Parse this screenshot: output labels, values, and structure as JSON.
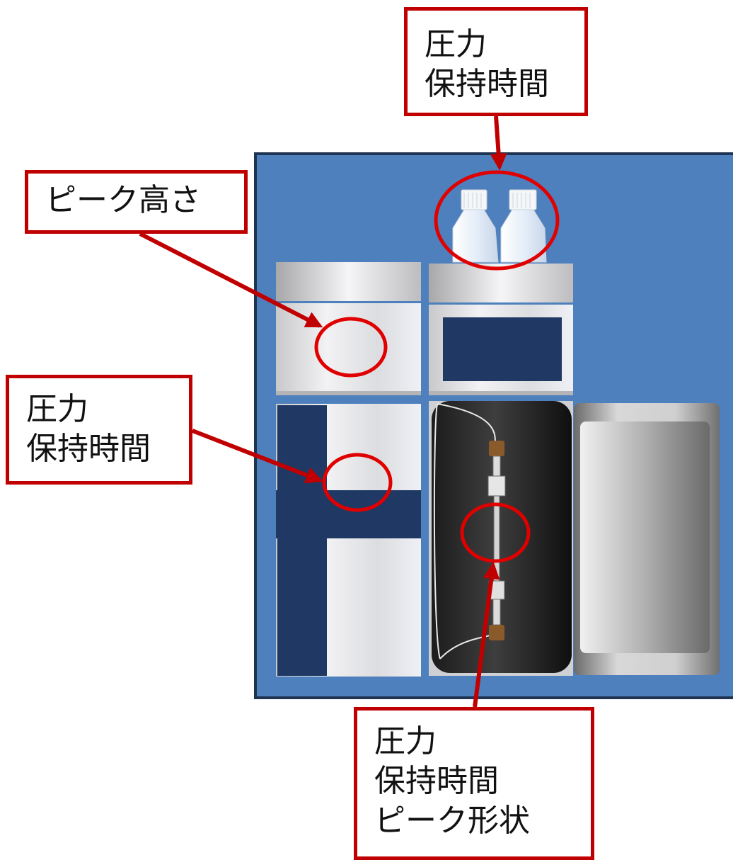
{
  "callouts": {
    "top": {
      "lines": [
        "圧力",
        "保持時間"
      ]
    },
    "peak": {
      "lines": [
        "ピーク高さ"
      ]
    },
    "left": {
      "lines": [
        "圧力",
        "保持時間"
      ]
    },
    "bottom": {
      "lines": [
        "圧力",
        "保持時間",
        "ピーク形状"
      ]
    }
  },
  "colors": {
    "background_panel": "#4e80bd",
    "panel_border": "#1f3352",
    "module_navy": "#1f3864",
    "callout_red": "#c00000",
    "column_compartment": "#1a1a1a"
  },
  "icons": [
    "solvent-bottle-icon",
    "detector-module",
    "pump-module",
    "autosampler-module",
    "column-oven-module",
    "hplc-column",
    "tray-module"
  ]
}
